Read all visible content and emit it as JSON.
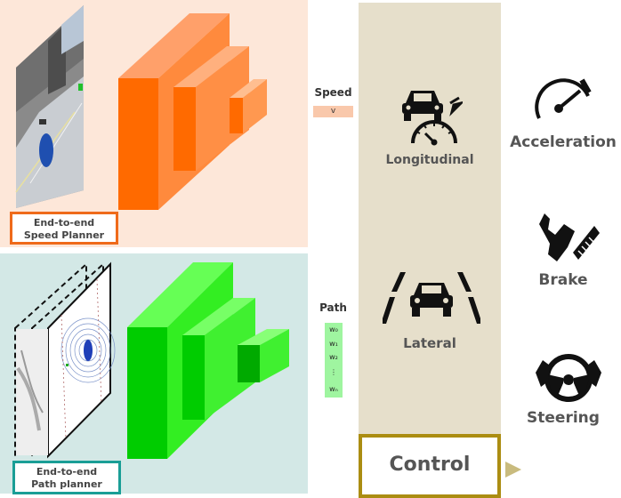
{
  "speed_planner": {
    "line1": "End-to-end",
    "line2": "Speed Planner"
  },
  "path_planner": {
    "line1": "End-to-end",
    "line2": "Path planner"
  },
  "speed": {
    "title": "Speed",
    "value": "v"
  },
  "path": {
    "title": "Path",
    "waypoints": [
      "w₀",
      "w₁",
      "w₂",
      "⋮",
      "wₙ"
    ]
  },
  "control": {
    "longitudinal": "Longitudinal",
    "lateral": "Lateral",
    "title": "Control"
  },
  "outputs": {
    "acceleration": "Acceleration",
    "brake": "Brake",
    "steering": "Steering"
  },
  "colors": {
    "speed_panel": "#fde7d9",
    "path_panel": "#d3e8e6",
    "speed_net": "#ff6a00",
    "path_net": "#00cc00",
    "control_panel": "#e6dfcb",
    "control_border": "#ab8d12"
  }
}
